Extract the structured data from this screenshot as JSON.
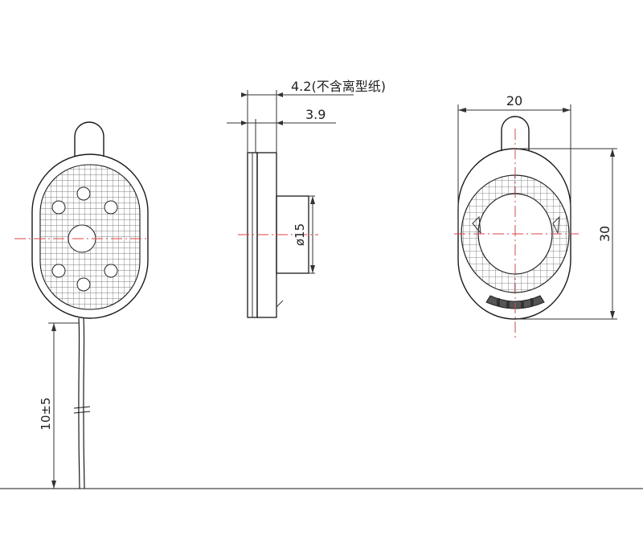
{
  "dimensions": {
    "thickness_total": "4.2(不含离型纸)",
    "thickness_body": "3.9",
    "cone_diameter": "ø15",
    "width": "20",
    "height": "30",
    "lead_length": "10±5"
  },
  "colors": {
    "outline": "#1a1a1a",
    "centerline": "#e0404a",
    "mesh": "#555555"
  }
}
